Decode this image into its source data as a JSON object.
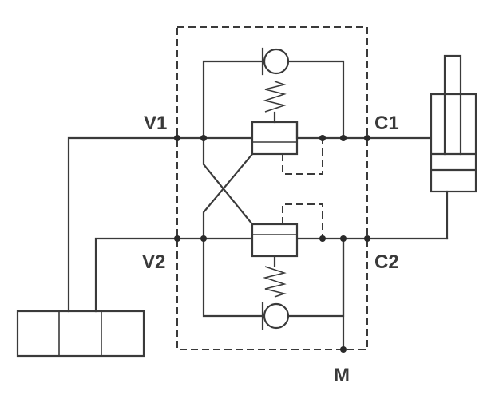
{
  "labels": {
    "v1": "V1",
    "v2": "V2",
    "c1": "C1",
    "c2": "C2",
    "m": "M"
  },
  "icons": [
    "check-valve-icon",
    "spring-icon",
    "cylinder-icon",
    "directional-valve-icon"
  ]
}
